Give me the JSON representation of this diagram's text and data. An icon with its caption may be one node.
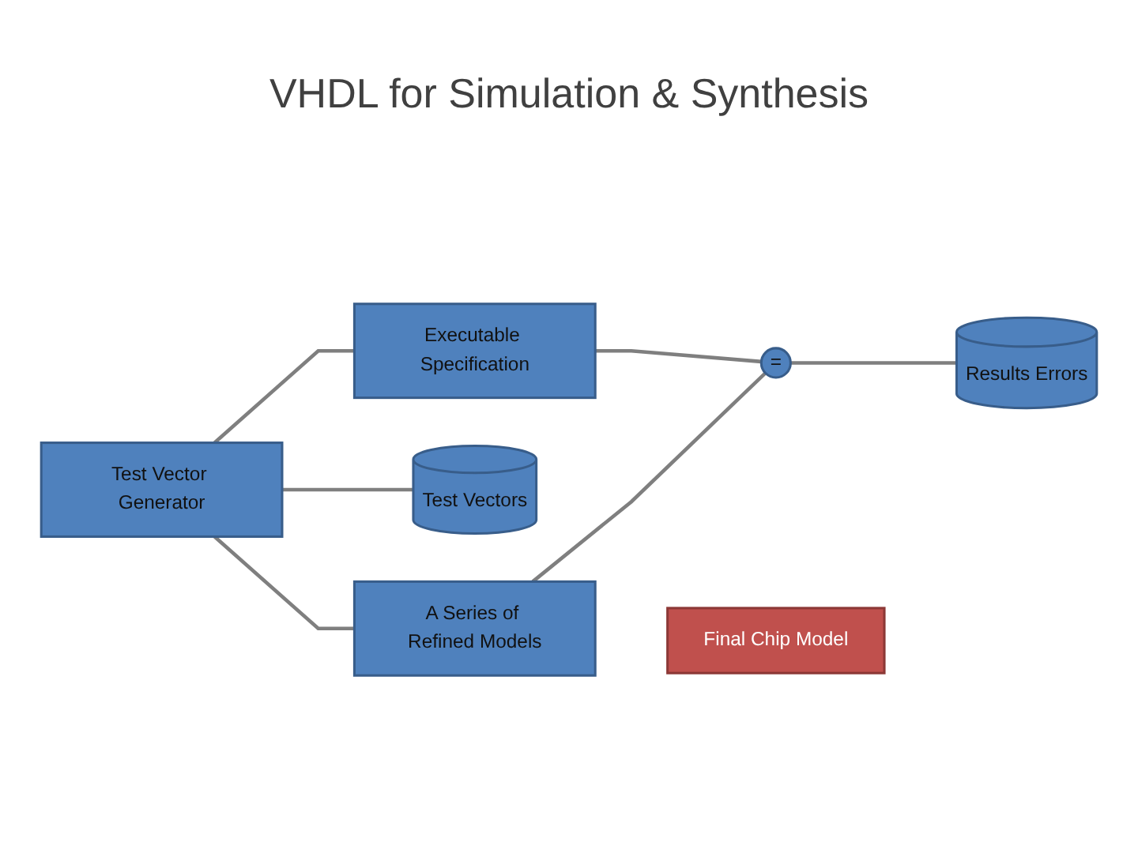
{
  "diagram": {
    "title": "VHDL for Simulation & Synthesis",
    "nodes": [
      {
        "text": [
          "Test Vector Generator"
        ]
      },
      {
        "text": [
          "Executable Specification"
        ]
      },
      {
        "text": [
          "="
        ]
      },
      {
        "text": [
          "Results Errors"
        ]
      },
      {
        "text": [
          "Test Vectors"
        ]
      },
      {
        "text": [
          "A Series of Refined Models"
        ]
      },
      {
        "text": [
          "Final Chip Model"
        ]
      }
    ],
    "edges": [
      {
        "from": 0,
        "to": 1,
        "arrow": "none"
      },
      {
        "from": 0,
        "to": 4,
        "arrow": "none"
      },
      {
        "from": 0,
        "to": 5,
        "arrow": "none"
      },
      {
        "from": 1,
        "to": 2,
        "arrow": "none"
      },
      {
        "from": 5,
        "to": 2,
        "arrow": "none"
      },
      {
        "from": 2,
        "to": 3,
        "arrow": "none"
      }
    ]
  }
}
